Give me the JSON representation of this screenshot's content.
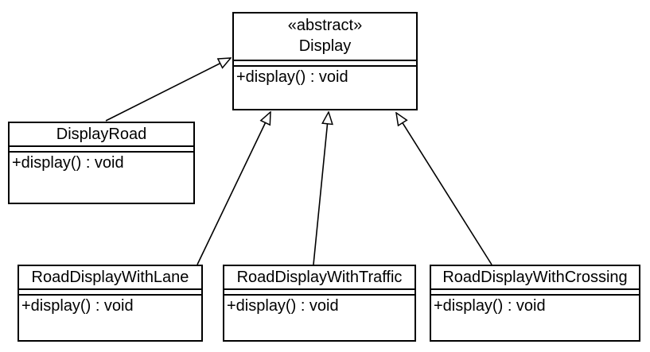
{
  "diagram": {
    "type": "uml-class-diagram",
    "background_color": "#ffffff",
    "line_color": "#000000",
    "box_fill_color": "#ffffff",
    "classes": [
      {
        "stereotype": "«abstract»",
        "name": "Display",
        "method": "+display() : void"
      },
      {
        "name": "DisplayRoad",
        "method": "+display() : void"
      },
      {
        "name": "RoadDisplayWithLane",
        "method": "+display() : void"
      },
      {
        "name": "RoadDisplayWithTraffic",
        "method": "+display() : void"
      },
      {
        "name": "RoadDisplayWithCrossing",
        "method": "+display() : void"
      }
    ],
    "relationships": [
      {
        "from": "DisplayRoad",
        "to": "Display",
        "type": "generalization"
      },
      {
        "from": "RoadDisplayWithLane",
        "to": "Display",
        "type": "generalization"
      },
      {
        "from": "RoadDisplayWithTraffic",
        "to": "Display",
        "type": "generalization"
      },
      {
        "from": "RoadDisplayWithCrossing",
        "to": "Display",
        "type": "generalization"
      }
    ]
  }
}
